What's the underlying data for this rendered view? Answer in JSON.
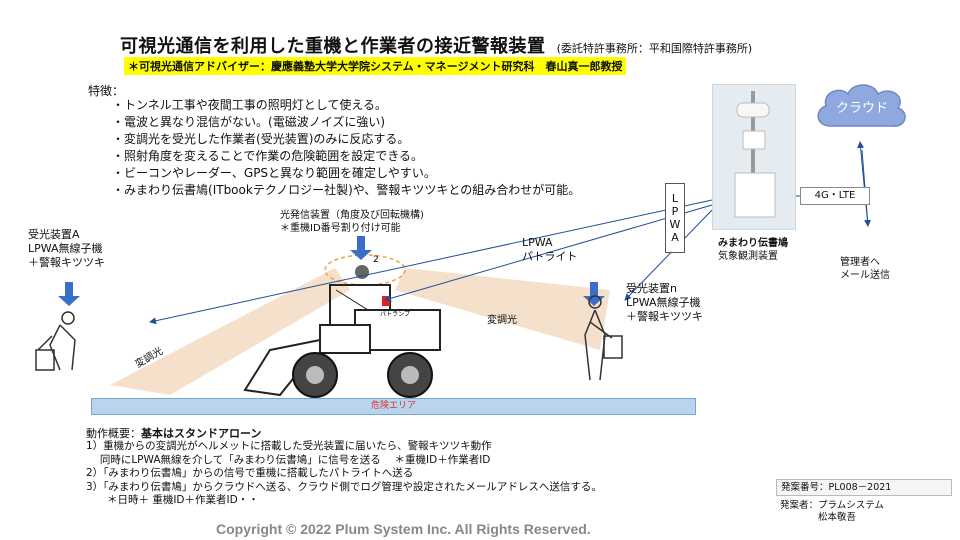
{
  "title": {
    "main": "可視光通信を利用した重機と作業者の接近警報装置",
    "sub": "(委託特許事務所：平和国際特許事務所)"
  },
  "advisor": "＊可視光通信アドバイザー：慶應義塾大学大学院システム・マネージメント研究科　春山真一郎教授",
  "features": {
    "heading": "特徴：",
    "items": [
      "トンネル工事や夜間工事の照明灯として使える。",
      "電波と異なり混信がない。(電磁波ノイズに強い)",
      "変調光を受光した作業者(受光装置)のみに反応する。",
      "照射角度を変えることで作業の危険範囲を設定できる。",
      "ビーコンやレーダー、GPSと異なり範囲を確定しやすい。",
      "みまわり伝書鳩(ITbookテクノロジー社製)や、警報キツツキとの組み合わせが可能。"
    ]
  },
  "receiver_a": [
    "受光装置A",
    "LPWA無線子機",
    "＋警報キツツキ"
  ],
  "receiver_n": [
    "受光装置n",
    "LPWA無線子機",
    "＋警報キツツキ"
  ],
  "emitter": [
    "光発信装置（角度及び回転機構)",
    "＊重機ID番号割り付け可能"
  ],
  "lpwa_patlight": [
    "LPWA",
    "パトライト"
  ],
  "modulated_light": "変調光",
  "patlamp": "パトランプ",
  "emitter_count": "2",
  "lpwa_chars": [
    "L",
    "P",
    "W",
    "A"
  ],
  "device": {
    "name": "みまわり伝書鳩",
    "type": "気象観測装置"
  },
  "cloud": "クラウド",
  "lte": "4G・LTE",
  "admin_mail": [
    "管理者へ",
    "メール送信"
  ],
  "danger_zone": "危険エリア",
  "operations": {
    "heading_prefix": "動作概要：",
    "heading_bold": "基本はスタンドアローン",
    "lines": [
      "1）重機からの変調光がヘルメットに搭載した受光装置に届いたら、警報キツツキ動作",
      "　 同時にLPWA無線を介して「みまわり伝書鳩」に信号を送る　 ＊重機ID＋作業者ID",
      "2）「みまわり伝書鳩」からの信号で重機に搭載したパトライトへ送る",
      "3）「みまわり伝書鳩」からクラウドへ送る、クラウド側でログ管理や設定されたメールアドレスへ送信する。",
      "　　＊日時＋ 重機ID＋作業者ID・・"
    ]
  },
  "reference": "発案番号：PL008－2021",
  "issuer": [
    "発案者：プラムシステム",
    "　　　　松本敬吾"
  ],
  "copyright": "Copyright © 2022 Plum System Inc. All Rights Reserved.",
  "colors": {
    "highlight": "#ffff00",
    "beam": "#f3dcc2",
    "arrow_blue": "#3a6fc9",
    "cloud": "#8fa8df",
    "danger_zone": "#b8d4ee",
    "patlamp": "#e02020"
  }
}
